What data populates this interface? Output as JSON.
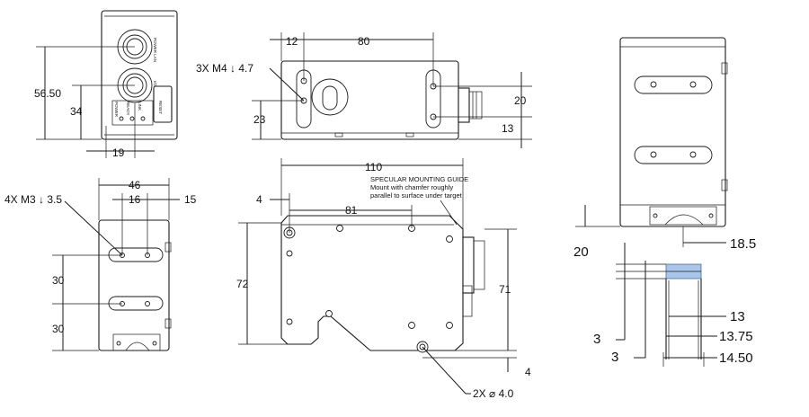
{
  "dimensions": {
    "connector_height": "56.50",
    "connector_offset": "34",
    "connector_width": "19",
    "hole_offset": "12",
    "slot_spacing": "80",
    "thread_top": "3X M4 ↓ 4.7",
    "hole_height": "23",
    "side_depth": "20",
    "side_offset": "13",
    "bottom_width": "46",
    "bottom_inner": "16",
    "bottom_edge": "15",
    "thread_bottom": "4X M3 ↓ 3.5",
    "bottom_pitch_1": "30",
    "bottom_pitch_2": "30",
    "length": "110",
    "edge_offset": "4",
    "mount_offset": "81",
    "body_height": "72",
    "housing_height": "71",
    "lower_offset": "4",
    "pin_holes": "2X ⌀ 4.0",
    "window_standoff": "20",
    "window_offset": "18.5",
    "window_depth_1": "3",
    "window_depth_2": "3",
    "window_width_1": "13",
    "window_width_2": "13.75",
    "window_width_3": "14.50"
  },
  "notes": {
    "mounting_title": "SPECULAR MOUNTING GUIDE",
    "mounting_line1": "Mount with chamfer roughly",
    "mounting_line2": "parallel to surface under target"
  },
  "panel_labels": {
    "power": "POWER LAN",
    "io": "I/O",
    "status1": "POWER",
    "status2": "READY",
    "status3": "LINK",
    "reset": "RESET"
  }
}
